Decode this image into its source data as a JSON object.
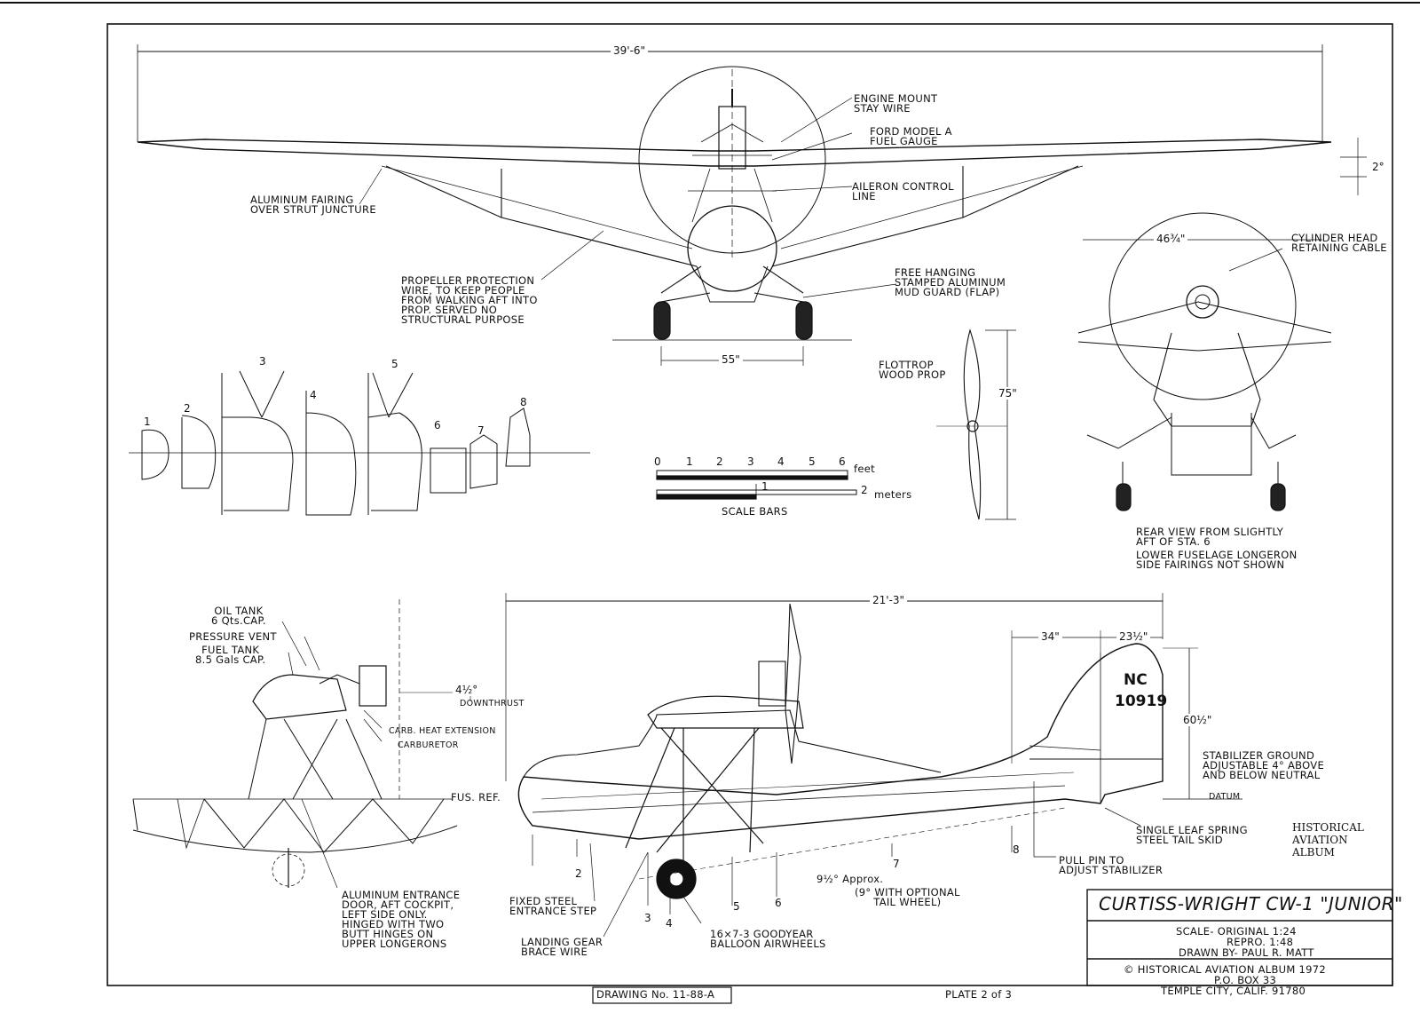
{
  "dimensions": {
    "span": "39'-6\"",
    "dihedral": "2°",
    "track": "55\"",
    "rear_width": "46¾\"",
    "prop_dia": "75\"",
    "length": "21'-3\"",
    "tail_34": "34\"",
    "tail_23": "23½\"",
    "tail_height": "60½\"",
    "downthrust": "4½°",
    "downthrust_label": "DOWNTHRUST",
    "fus_angle": "9½° Approx."
  },
  "front_labels": {
    "aluminum_fairing": "ALUMINUM FAIRING\nOVER STRUT JUNCTURE",
    "engine_mount": "ENGINE MOUNT\nSTAY WIRE",
    "fuel_gauge": "FORD MODEL A\nFUEL GAUGE",
    "aileron": "AILERON CONTROL\nLINE",
    "prop_wire": "PROPELLER PROTECTION\nWIRE, TO KEEP PEOPLE\nFROM WALKING AFT INTO\nPROP. SERVED NO\nSTRUCTURAL PURPOSE",
    "mud_guard": "FREE HANGING\nSTAMPED ALUMINUM\nMUD GUARD (FLAP)",
    "flottrop": "FLOTTROP\nWOOD PROP",
    "cylinder": "CYLINDER HEAD\nRETAINING CABLE",
    "rear_view": "REAR VIEW FROM SLIGHTLY\nAFT OF STA. 6",
    "longeron": "LOWER FUSELAGE LONGERON\nSIDE FAIRINGS NOT SHOWN"
  },
  "stations": [
    "1",
    "2",
    "3",
    "4",
    "5",
    "6",
    "7",
    "8"
  ],
  "scale_bars": {
    "feet_ticks": [
      "0",
      "1",
      "2",
      "3",
      "4",
      "5",
      "6"
    ],
    "feet_unit": "feet",
    "meters_ticks": [
      "1",
      "2"
    ],
    "meters_unit": "meters",
    "caption": "SCALE BARS"
  },
  "side_labels": {
    "oil_tank": "OIL TANK\n6 Qts.CAP.",
    "pressure_vent": "PRESSURE VENT",
    "fuel_tank": "FUEL TANK\n8.5 Gals CAP.",
    "carb_heat": "CARB. HEAT EXTENSION",
    "carburetor": "CARBURETOR",
    "fus_ref": "FUS. REF.",
    "entrance_door": "ALUMINUM ENTRANCE\nDOOR, AFT COCKPIT,\nLEFT SIDE ONLY.\nHINGED WITH TWO\nBUTT HINGES ON\nUPPER LONGERONS",
    "entrance_step": "FIXED STEEL\nENTRANCE STEP",
    "brace_wire": "LANDING GEAR\nBRACE WIRE",
    "airwheels": "16×7-3 GOODYEAR\nBALLOON AIRWHEELS",
    "tail_wheel": "(9° WITH OPTIONAL\nTAIL WHEEL)",
    "pull_pin": "PULL PIN TO\nADJUST STABILIZER",
    "tail_skid": "SINGLE LEAF SPRING\nSTEEL TAIL SKID",
    "stabilizer": "STABILIZER GROUND\nADJUSTABLE 4° ABOVE\nAND BELOW NEUTRAL",
    "datum": "DATUM",
    "reg1": "NC",
    "reg2": "10919"
  },
  "title_block": {
    "title": "CURTISS-WRIGHT CW-1 \"JUNIOR\"",
    "scale1": "SCALE- ORIGINAL  1:24",
    "scale2": "REPRO.   1:48",
    "drawn_by": "DRAWN BY- PAUL R. MATT",
    "copyright": "©  HISTORICAL AVIATION ALBUM 1972",
    "po_box": "P.O. BOX 33",
    "city": "TEMPLE CITY, CALIF. 91780",
    "drawing_no": "DRAWING  No. 11-88-A",
    "plate": "PLATE 2 of 3",
    "logo": "HISTORICAL\nAVIATION\nALBUM"
  }
}
